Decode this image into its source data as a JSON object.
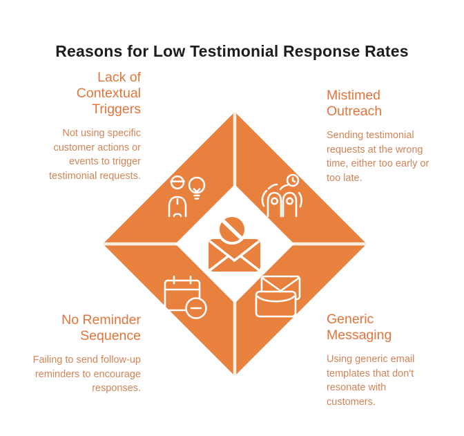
{
  "title": "Reasons for Low Testimonial Response Rates",
  "colors": {
    "diamond_orange": "#E8803E",
    "heading_text": "#E0753C",
    "body_text": "#D08458",
    "title_text": "#1D1D1D",
    "icon_stroke": "#FFFFFF",
    "divider_gap": "#F7F0E2"
  },
  "sections": [
    {
      "position": "top-left",
      "heading": "Lack of\nContextual\nTriggers",
      "description": "Not using specific\ncustomer actions or\nevents to trigger\ntestimonial requests.",
      "icon": "person-lightbulb-icon"
    },
    {
      "position": "top-right",
      "heading": "Mistimed\nOutreach",
      "description": "Sending testimonial\nrequests at the wrong\ntime, either too early or\ntoo late.",
      "icon": "people-clock-icon"
    },
    {
      "position": "bottom-left",
      "heading": "No Reminder\nSequence",
      "description": "Failing to send follow-up\nreminders to encourage\nresponses.",
      "icon": "calendar-minus-icon"
    },
    {
      "position": "bottom-right",
      "heading": "Generic\nMessaging",
      "description": "Using generic email\ntemplates that don't\nresonate with\ncustomers.",
      "icon": "double-envelope-icon"
    }
  ],
  "center": {
    "icon": "blocked-email-icon"
  }
}
